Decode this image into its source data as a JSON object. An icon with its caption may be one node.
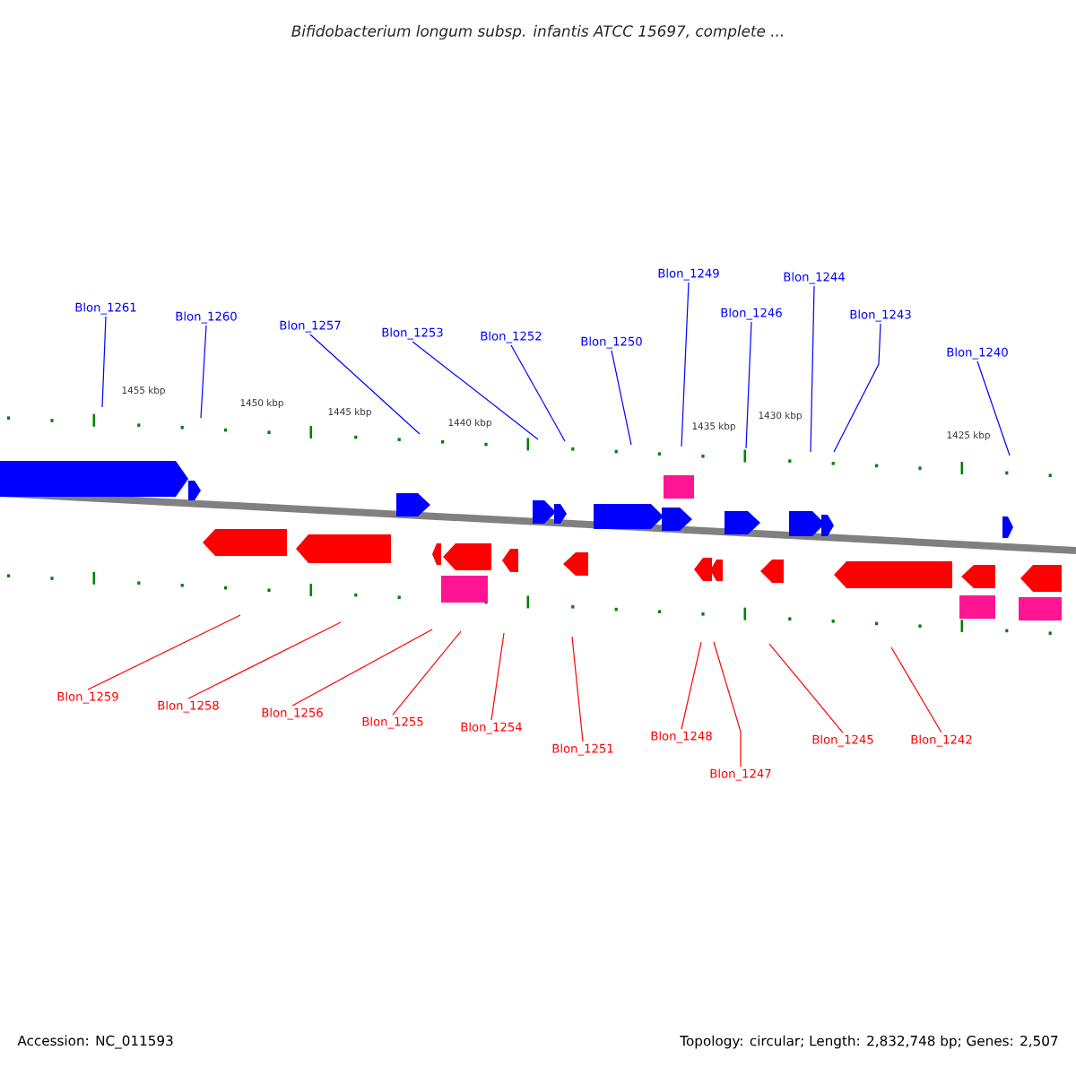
{
  "diagram": {
    "title": "Bifidobacterium longum subsp. infantis ATCC 15697, complete ...",
    "nodes": [
      {
        "text": [
          "Blon_1261"
        ]
      },
      {
        "text": [
          "Blon_1260"
        ]
      },
      {
        "text": [
          "Blon_1257"
        ]
      },
      {
        "text": [
          "Blon_1253"
        ]
      },
      {
        "text": [
          "Blon_1252"
        ]
      },
      {
        "text": [
          "Blon_1250"
        ]
      },
      {
        "text": [
          "Blon_1249"
        ]
      },
      {
        "text": [
          "Blon_1246"
        ]
      },
      {
        "text": [
          "Blon_1244"
        ]
      },
      {
        "text": [
          "Blon_1243"
        ]
      },
      {
        "text": [
          "Blon_1240"
        ]
      },
      {
        "text": [
          "Blon_1259"
        ]
      },
      {
        "text": [
          "Blon_1258"
        ]
      },
      {
        "text": [
          "Blon_1256"
        ]
      },
      {
        "text": [
          "Blon_1255"
        ]
      },
      {
        "text": [
          "Blon_1254"
        ]
      },
      {
        "text": [
          "Blon_1251"
        ]
      },
      {
        "text": [
          "Blon_1248"
        ]
      },
      {
        "text": [
          "Blon_1247"
        ]
      },
      {
        "text": [
          "Blon_1245"
        ]
      },
      {
        "text": [
          "Blon_1242"
        ]
      }
    ],
    "edges": [
      {
        "from": 0,
        "to": null,
        "arrow": "none"
      },
      {
        "from": 1,
        "to": null,
        "arrow": "none"
      },
      {
        "from": 2,
        "to": null,
        "arrow": "none"
      },
      {
        "from": 3,
        "to": null,
        "arrow": "none"
      },
      {
        "from": 4,
        "to": null,
        "arrow": "none"
      },
      {
        "from": 5,
        "to": null,
        "arrow": "none"
      },
      {
        "from": 6,
        "to": null,
        "arrow": "none"
      },
      {
        "from": 7,
        "to": null,
        "arrow": "none"
      },
      {
        "from": 8,
        "to": null,
        "arrow": "none"
      },
      {
        "from": 9,
        "to": null,
        "arrow": "none"
      },
      {
        "from": 10,
        "to": null,
        "arrow": "none"
      },
      {
        "from": 11,
        "to": null,
        "arrow": "none",
        "color": "#ff0000"
      },
      {
        "from": 12,
        "to": null,
        "arrow": "none",
        "color": "#ff0000"
      },
      {
        "from": 13,
        "to": null,
        "arrow": "none",
        "color": "#ff0000"
      },
      {
        "from": 14,
        "to": null,
        "arrow": "none",
        "color": "#ff0000"
      },
      {
        "from": 15,
        "to": null,
        "arrow": "none",
        "color": "#ff0000"
      },
      {
        "from": 16,
        "to": null,
        "arrow": "none",
        "color": "#ff0000"
      },
      {
        "from": 17,
        "to": null,
        "arrow": "none",
        "color": "#ff0000"
      },
      {
        "from": 18,
        "to": null,
        "arrow": "none",
        "color": "#ff0000"
      },
      {
        "from": 19,
        "to": null,
        "arrow": "none",
        "color": "#ff0000"
      },
      {
        "from": 20,
        "to": null,
        "arrow": "none",
        "color": "#ff0000"
      }
    ],
    "labels": [
      "1455 kbp",
      "1450 kbp",
      "1445 kbp",
      "1440 kbp",
      "1435 kbp",
      "1430 kbp",
      "1425 kbp",
      "Accession: NC_011593",
      "Topology: circular; Length: 2,832,748 bp; Genes: 2,507"
    ]
  }
}
